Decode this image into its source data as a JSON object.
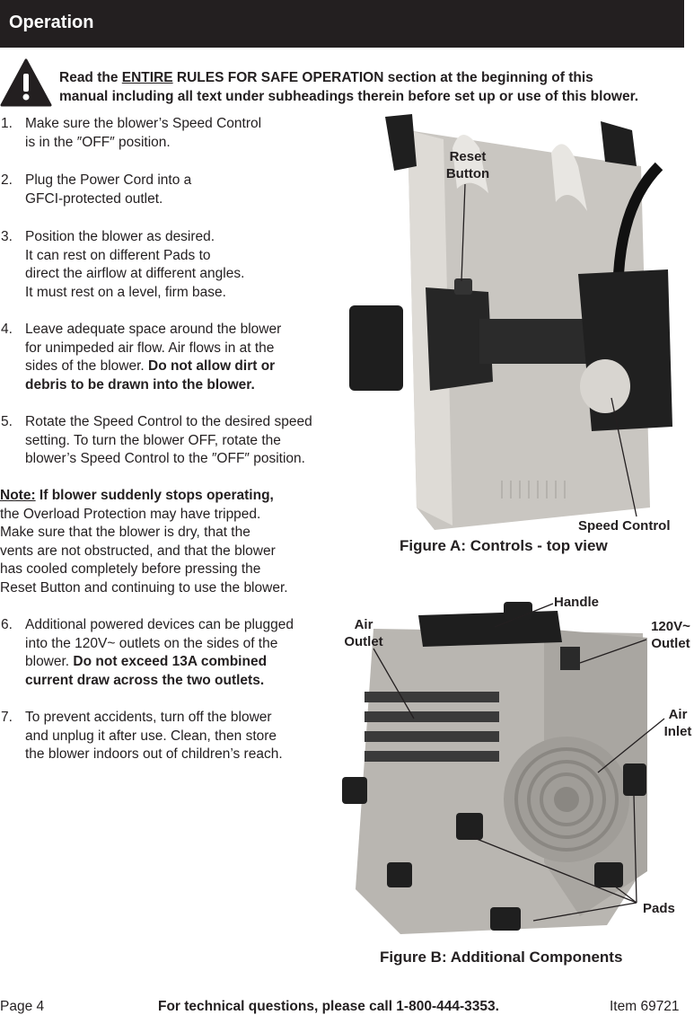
{
  "header": {
    "title": "Operation"
  },
  "warning": {
    "icon": "warning-triangle-icon",
    "prefix": "Read the ",
    "emphasis": "ENTIRE",
    "line1_rest": " RULES FOR SAFE OPERATION section at the beginning of this",
    "line2": "manual including all text under subheadings therein before set up or use of this blower."
  },
  "steps": [
    {
      "num": "1.",
      "lines": [
        "Make sure the blower’s Speed Control",
        "is in the ″OFF″ position."
      ]
    },
    {
      "num": "2.",
      "lines": [
        "Plug the Power Cord into a",
        "GFCI-protected outlet."
      ]
    },
    {
      "num": "3.",
      "lines": [
        "Position the blower as desired.",
        "It can rest on different Pads to",
        "direct the airflow at different angles.",
        "It must rest on a level, firm base."
      ]
    },
    {
      "num": "4.",
      "lines": [
        "Leave adequate space around the blower",
        "for unimpeded air flow. Air flows in at the"
      ],
      "line3_plain": "sides of the blower. ",
      "line3_bold": "Do not allow dirt or",
      "line4_bold": "debris to be drawn into the blower."
    },
    {
      "num": "5.",
      "lines": [
        "Rotate the Speed Control to the desired speed",
        "setting. To turn the blower OFF, rotate the",
        "blower’s Speed Control to the ″OFF″ position."
      ]
    },
    {
      "num": "6.",
      "lines": [
        "Additional powered devices can be plugged",
        "into the 120V~ outlets on the sides of the"
      ],
      "line3_plain": "blower.  ",
      "line3_bold": "Do not exceed 13A combined",
      "line4_bold": "current draw across the two outlets."
    },
    {
      "num": "7.",
      "lines": [
        "To prevent accidents, turn off the blower",
        "and unplug it after use.  Clean, then store",
        "the blower indoors out of children’s reach."
      ]
    }
  ],
  "note": {
    "label": "Note:",
    "bold_text": "  If blower suddenly stops operating,",
    "lines": [
      "the Overload Protection may have tripped.",
      "Make sure that the blower is dry, that the",
      "vents are not obstructed, and that the blower",
      "has cooled completely before pressing the",
      "Reset Button and continuing to use the blower."
    ]
  },
  "figure_a": {
    "caption": "Figure A:  Controls - top view",
    "callouts": {
      "reset_line1": "Reset",
      "reset_line2": "Button",
      "speed": "Speed Control"
    }
  },
  "figure_b": {
    "caption": "Figure B:  Additional Components",
    "callouts": {
      "handle": "Handle",
      "air_outlet_1": "Air",
      "air_outlet_2": "Outlet",
      "outlet_1": "120V~",
      "outlet_2": "Outlet",
      "air_inlet_1": "Air",
      "air_inlet_2": "Inlet",
      "pads": "Pads"
    }
  },
  "footer": {
    "page": "Page 4",
    "support": "For technical questions, please call 1-800-444-3353.",
    "item": "Item 69721"
  },
  "colors": {
    "header_bg": "#231f20",
    "text": "#231f20",
    "housing": "#cfcdc9",
    "dark_part": "#1e1e1e"
  }
}
